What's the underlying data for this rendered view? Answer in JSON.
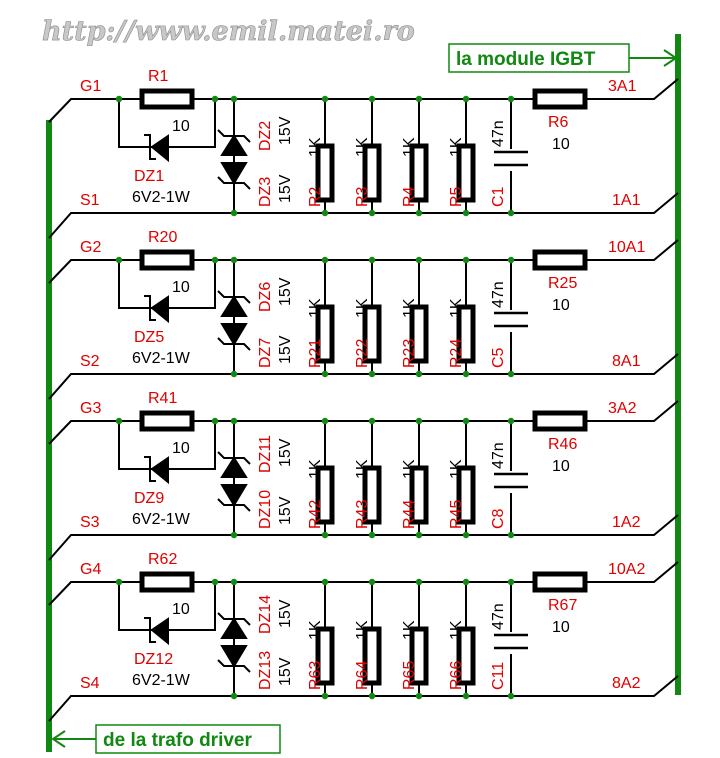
{
  "header": {
    "website": "http://www.emil.matei.ro"
  },
  "tags": {
    "output": "la module IGBT",
    "input": "de la trafo driver"
  },
  "colors": {
    "wire": "#000000",
    "bus": "#118811",
    "label": "#e00000",
    "value": "#000000"
  },
  "channels": [
    {
      "gate": "G1",
      "source": "S1",
      "r_gate": "R1",
      "r_gate_val": "10",
      "zener": "DZ1",
      "zener_val": "6V2-1W",
      "dz_top": "DZ2",
      "dz_bot": "DZ3",
      "dz_val": "15V",
      "resistors": [
        "R2",
        "R3",
        "R4",
        "R5"
      ],
      "res_val": "1K",
      "cap": "C1",
      "cap_val": "47n",
      "r_out": "R6",
      "r_out_val": "10",
      "out_top": "3A1",
      "out_bot": "1A1"
    },
    {
      "gate": "G2",
      "source": "S2",
      "r_gate": "R20",
      "r_gate_val": "10",
      "zener": "DZ5",
      "zener_val": "6V2-1W",
      "dz_top": "DZ6",
      "dz_bot": "DZ7",
      "dz_val": "15V",
      "resistors": [
        "R21",
        "R22",
        "R23",
        "R24"
      ],
      "res_val": "1K",
      "cap": "C5",
      "cap_val": "47n",
      "r_out": "R25",
      "r_out_val": "10",
      "out_top": "10A1",
      "out_bot": "8A1"
    },
    {
      "gate": "G3",
      "source": "S3",
      "r_gate": "R41",
      "r_gate_val": "10",
      "zener": "DZ9",
      "zener_val": "6V2-1W",
      "dz_top": "DZ11",
      "dz_bot": "DZ10",
      "dz_val": "15V",
      "resistors": [
        "R42",
        "R43",
        "R44",
        "R45"
      ],
      "res_val": "1K",
      "cap": "C8",
      "cap_val": "47n",
      "r_out": "R46",
      "r_out_val": "10",
      "out_top": "3A2",
      "out_bot": "1A2"
    },
    {
      "gate": "G4",
      "source": "S4",
      "r_gate": "R62",
      "r_gate_val": "10",
      "zener": "DZ12",
      "zener_val": "6V2-1W",
      "dz_top": "DZ14",
      "dz_bot": "DZ13",
      "dz_val": "15V",
      "resistors": [
        "R63",
        "R64",
        "R65",
        "R66"
      ],
      "res_val": "1K",
      "cap": "C11",
      "cap_val": "47n",
      "r_out": "R67",
      "r_out_val": "10",
      "out_top": "10A2",
      "out_bot": "8A2"
    }
  ]
}
